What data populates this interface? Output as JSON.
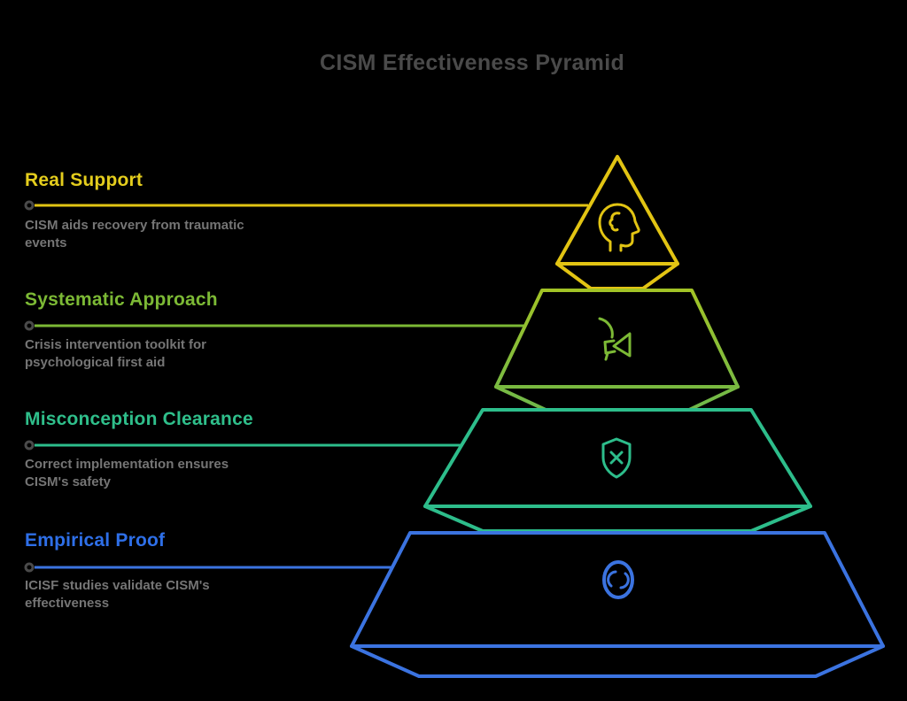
{
  "title": "CISM Effectiveness Pyramid",
  "background": "#000000",
  "title_color": "#4a4a4a",
  "description_color": "#757575",
  "connector_dot_color": "#4a4a4a",
  "levels": [
    {
      "heading": "Real Support",
      "desc_line1": "CISM aids recovery from traumatic",
      "desc_line2": "events",
      "color": "#e2c413",
      "heading_color": "#e4cd1d",
      "icon": "head-profile-icon"
    },
    {
      "heading": "Systematic Approach",
      "desc_line1": "Crisis intervention toolkit for",
      "desc_line2": "psychological first aid",
      "color": "#7cb935",
      "heading_color": "#7cb935",
      "gradient_top": "#a2c326",
      "gradient_bottom": "#6fb84a",
      "icon": "megaphone-icon"
    },
    {
      "heading": "Misconception Clearance",
      "desc_line1": "Correct implementation ensures",
      "desc_line2": "CISM's safety",
      "color": "#2dbd8b",
      "heading_color": "#2fbf8b",
      "icon": "shield-x-icon"
    },
    {
      "heading": "Empirical Proof",
      "desc_line1": "ICISF studies validate CISM's",
      "desc_line2": "effectiveness",
      "color": "#3b73e0",
      "heading_color": "#2e6fe8",
      "icon": "sync-circle-icon"
    }
  ]
}
